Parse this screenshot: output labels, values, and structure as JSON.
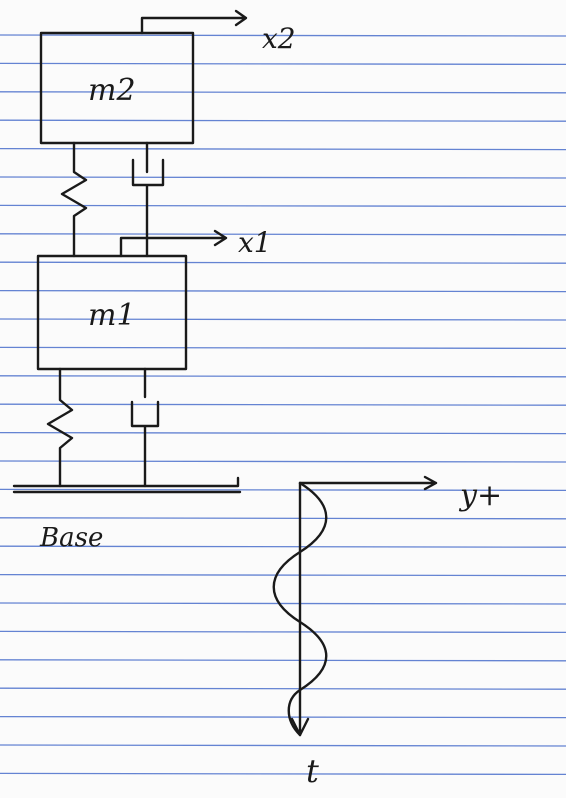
{
  "masses": {
    "upper": "m2",
    "lower": "m1"
  },
  "displacements": {
    "upper": "x2",
    "lower": "x1",
    "base": "y+"
  },
  "base_label": "Base",
  "time_axis_label": "t",
  "colors": {
    "ruled_line": "#3f66c9",
    "ink": "#1a1a1a",
    "paper": "#fbfbfb"
  }
}
